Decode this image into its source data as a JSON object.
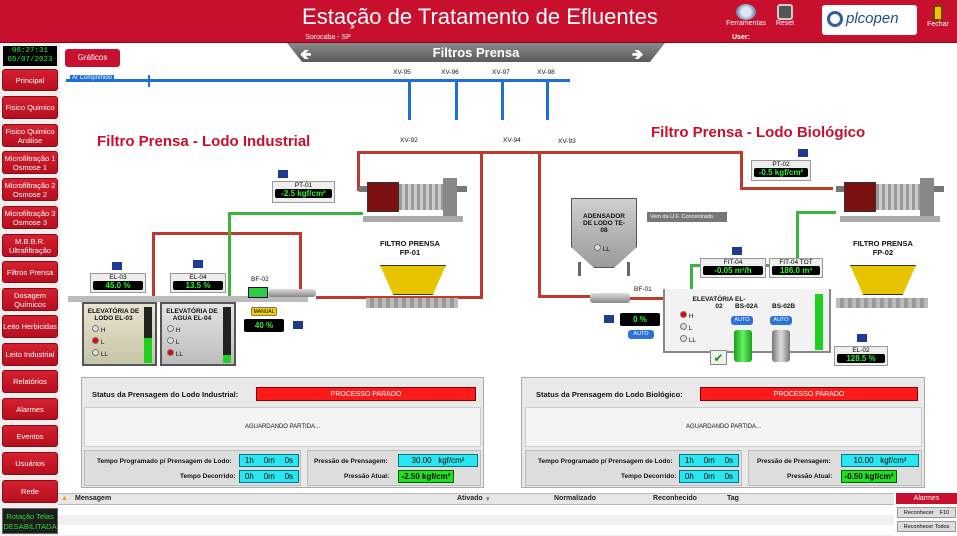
{
  "header": {
    "title": "Estação de Tratamento de Efluentes",
    "city": "Sorocaba - SP",
    "user_label": "User:",
    "buttons": [
      {
        "label": "Ferramentas",
        "icon": "tools-icon"
      },
      {
        "label": "Reset",
        "icon": "reset-icon"
      },
      {
        "label": "Fechar",
        "icon": "exit-icon"
      }
    ],
    "logo": "plcopen"
  },
  "clock": {
    "time": "08:27:31",
    "date": "05/07/2023"
  },
  "nav": [
    {
      "label": "Principal"
    },
    {
      "label": "Fisico Quimico"
    },
    {
      "label": "Fisico Quimico Análise"
    },
    {
      "label": "Microfiltração 1 Osmose 1"
    },
    {
      "label": "Microfiltração 2 Osmose 2"
    },
    {
      "label": "Microfiltração 3 Osmose 3"
    },
    {
      "label": "M.B.B.R. Ultrafiltração"
    },
    {
      "label": "Filtros Prensa"
    },
    {
      "label": "Dosagem Químicos"
    },
    {
      "label": "Leito Herbicidas"
    },
    {
      "label": "Leito Industrial"
    },
    {
      "label": "Relatórios"
    },
    {
      "label": "Alarmes"
    },
    {
      "label": "Eventos"
    },
    {
      "label": "Usuários"
    },
    {
      "label": "Rede"
    }
  ],
  "rotation": "Rotação Telas DESABILITADA",
  "graficos_label": "Gráficos",
  "screen_title": "Filtros Prensa",
  "air_label": "Ar Comprimido",
  "valves_top": [
    "XV-95",
    "XV-96",
    "XV-97",
    "XV-98"
  ],
  "valves_mid": [
    "XV-92",
    "XV-94",
    "XV-93"
  ],
  "industrial": {
    "title": "Filtro Prensa - Lodo Industrial",
    "pt_tag": "PT-01",
    "pt_value": "-2.5 kgf/cm²",
    "press_label": "FILTRO PRENSA\nFP-01",
    "el03_tag": "EL-03",
    "el03_value": "45.0 %",
    "el04_tag": "EL-04",
    "el04_value": "13.5 %",
    "bf_tag": "BF-02",
    "bf_mode": "MANUAL",
    "bf_value": "40 %",
    "tank1_label": "ELEVATÓRIA DE LODO EL-03",
    "tank2_label": "ELEVATÓRIA DE AGUA EL-04",
    "levels": [
      "H",
      "L",
      "LL"
    ],
    "status_label": "Status da Prensagem do Lodo Industrial:",
    "status_value": "PROCESSO PARADO",
    "waiting": "AGUARDANDO PARTIDA...",
    "time_prog_label": "Tempo Programado p/ Prensagem de Lodo:",
    "time_prog": [
      "1h",
      "0m",
      "0s"
    ],
    "time_elapsed_label": "Tempo Decorrido:",
    "time_elapsed": [
      "0h",
      "0m",
      "0s"
    ],
    "press_set_label": "Pressão de Prensagem:",
    "press_set_value": "30.00",
    "press_set_unit": "kgf/cm²",
    "press_act_label": "Pressão Atual:",
    "press_act_value": "-2.50 kgf/cm²"
  },
  "biologico": {
    "title": "Filtro Prensa - Lodo Biológico",
    "pt_tag": "PT-02",
    "pt_value": "-0.5 kgf/cm²",
    "press_label": "FILTRO PRENSA\nFP-02",
    "adensador_label": "ADENSADOR DE LODO TE-08",
    "adensador_level": "LL",
    "uf_label": "Vem da U.F. Concentrado",
    "fit04_tag": "FIT-04",
    "fit04_value": "-0.05 m³/h",
    "fit04tot_tag": "FIT-04 TOT",
    "fit04tot_value": "186.0 m³",
    "bf_tag": "BF-01",
    "bf_value": "0 %",
    "bf_mode": "AUTO",
    "tank_label": "ELEVATÓRIA EL-02",
    "bs02a": "BS-02A",
    "bs02b": "BS-02B",
    "bs_mode": "AUTO",
    "el02_tag": "EL-02",
    "el02_value": "128.5 %",
    "levels": [
      "H",
      "L",
      "LL"
    ],
    "status_label": "Status da Prensagem do Lodo Biológico:",
    "status_value": "PROCESSO PARADO",
    "waiting": "AGUARDANDO PARTIDA...",
    "time_prog_label": "Tempo Programado p/ Prensagem de Lodo:",
    "time_prog": [
      "1h",
      "0m",
      "0s"
    ],
    "time_elapsed_label": "Tempo Decorrido:",
    "time_elapsed": [
      "0h",
      "0m",
      "0s"
    ],
    "press_set_label": "Pressão de Prensagem:",
    "press_set_value": "10.00",
    "press_set_unit": "kgf/cm²",
    "press_act_label": "Pressão Atual:",
    "press_act_value": "-0.50 kgf/cm²"
  },
  "alarms": {
    "columns": [
      "Mensagem",
      "Ativado",
      "Normalizado",
      "Reconhecido",
      "Tag"
    ],
    "header_button": "Alarmes",
    "ack_label": "Reconhecer",
    "ack_key": "F10",
    "ack_all_label": "Reconhecer Todos"
  },
  "colors": {
    "brand_red": "#c8102e",
    "value_green": "#2ef32e",
    "pipe_red": "#c0392b",
    "pipe_blue": "#1e6fd9",
    "pipe_green": "#3cb33c",
    "value_cyan": "#29e7f0"
  }
}
